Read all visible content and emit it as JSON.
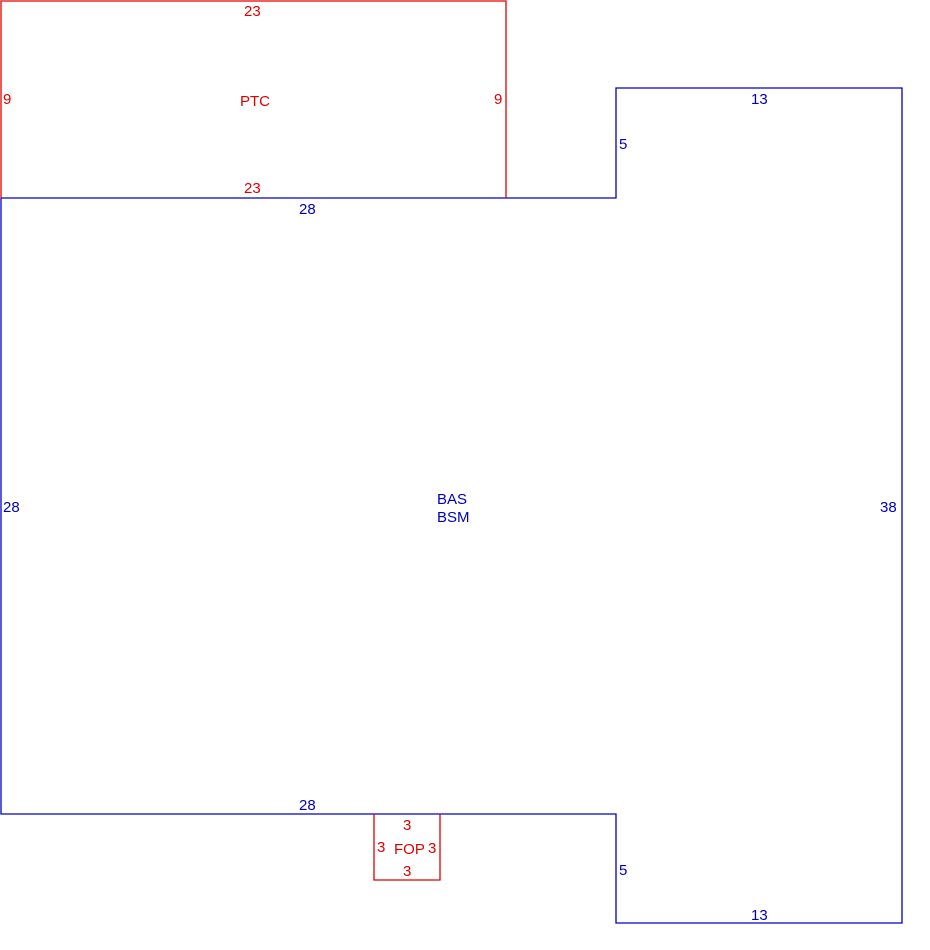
{
  "colors": {
    "main_outline": "#0000c0",
    "addition_outline": "#e00000"
  },
  "main_area": {
    "codes": [
      "BAS",
      "BSM"
    ],
    "dimensions": {
      "top_left": "28",
      "top_right_step": "5",
      "top_right": "13",
      "right": "38",
      "bottom_right": "13",
      "bottom_right_step": "5",
      "bottom_left": "28",
      "left": "28"
    }
  },
  "patio": {
    "code": "PTC",
    "dimensions": {
      "top": "23",
      "bottom": "23",
      "left": "9",
      "right": "9"
    }
  },
  "porch": {
    "code": "FOP",
    "dimensions": {
      "top": "3",
      "bottom": "3",
      "left": "3",
      "right": "3"
    }
  }
}
